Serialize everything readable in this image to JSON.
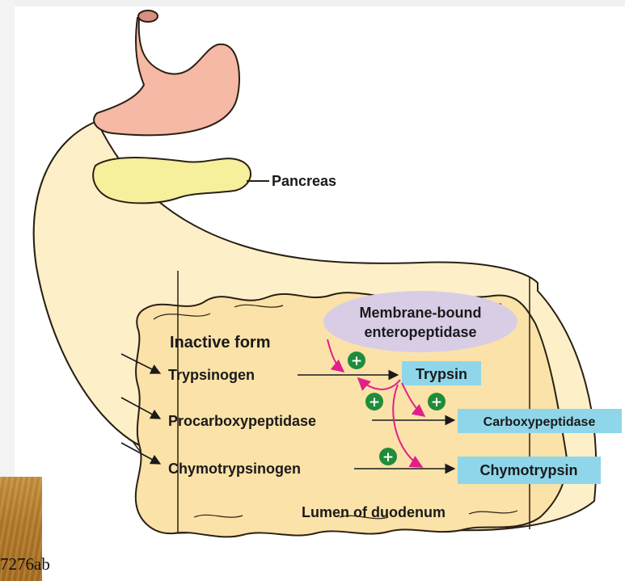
{
  "labels": {
    "pancreas": "Pancreas",
    "enzyme": "Membrane-bound",
    "enzyme_line2": "enteropeptidase",
    "inactive_form": "Inactive form",
    "lumen": "Lumen of duodenum"
  },
  "zymogens": [
    "Trypsinogen",
    "Procarboxypeptidase",
    "Chymotrypsinogen"
  ],
  "active_enzymes": [
    "Trypsin",
    "Carboxypeptidase",
    "Chymotrypsin"
  ],
  "activation_symbol": "+",
  "footer": {
    "code": "7276ab"
  },
  "colors": {
    "stomach": "#f6b9a6",
    "pancreas": "#f6ef9c",
    "duodenum_fill": "#fbe6b6",
    "outline": "#2a2014",
    "enzyme_ellipse": "#d9cde6",
    "active_box": "#8fd6ea",
    "activation_arrow": "#e0208a",
    "plus_circle": "#1f8c3a"
  }
}
